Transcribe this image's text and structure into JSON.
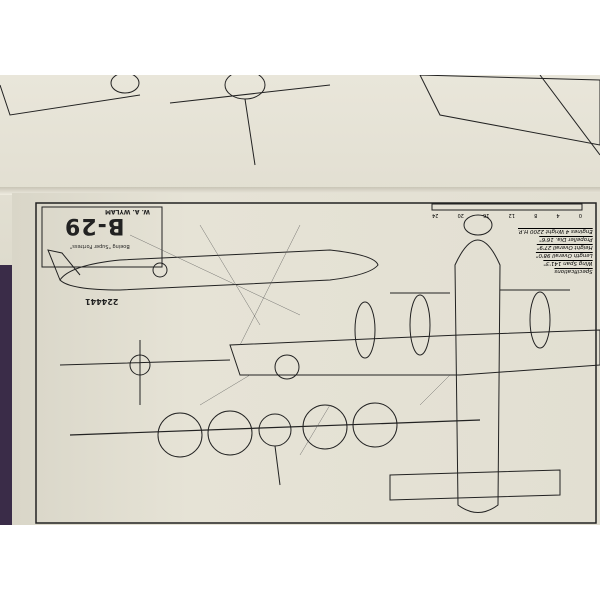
{
  "poster": {
    "designer": "W. A. WYLAM",
    "model": "B-29",
    "subtitle": "Boeing \"Super Fortress\"",
    "serial": "224441",
    "specs_title": "Specifications",
    "specs": [
      "Wing Span 141'3\"",
      "Length Overall 98'0\"",
      "Height Overall 27'9\"",
      "Propeller Dia. 16'6\"",
      "Engines 4 Wright 2200 H.P."
    ],
    "scale_ticks": [
      "24",
      "20",
      "16",
      "12",
      "8",
      "4",
      "0"
    ]
  },
  "colors": {
    "paper": "#e6e3d6",
    "background_cloth": "#3a2c48",
    "ink": "#222222"
  }
}
